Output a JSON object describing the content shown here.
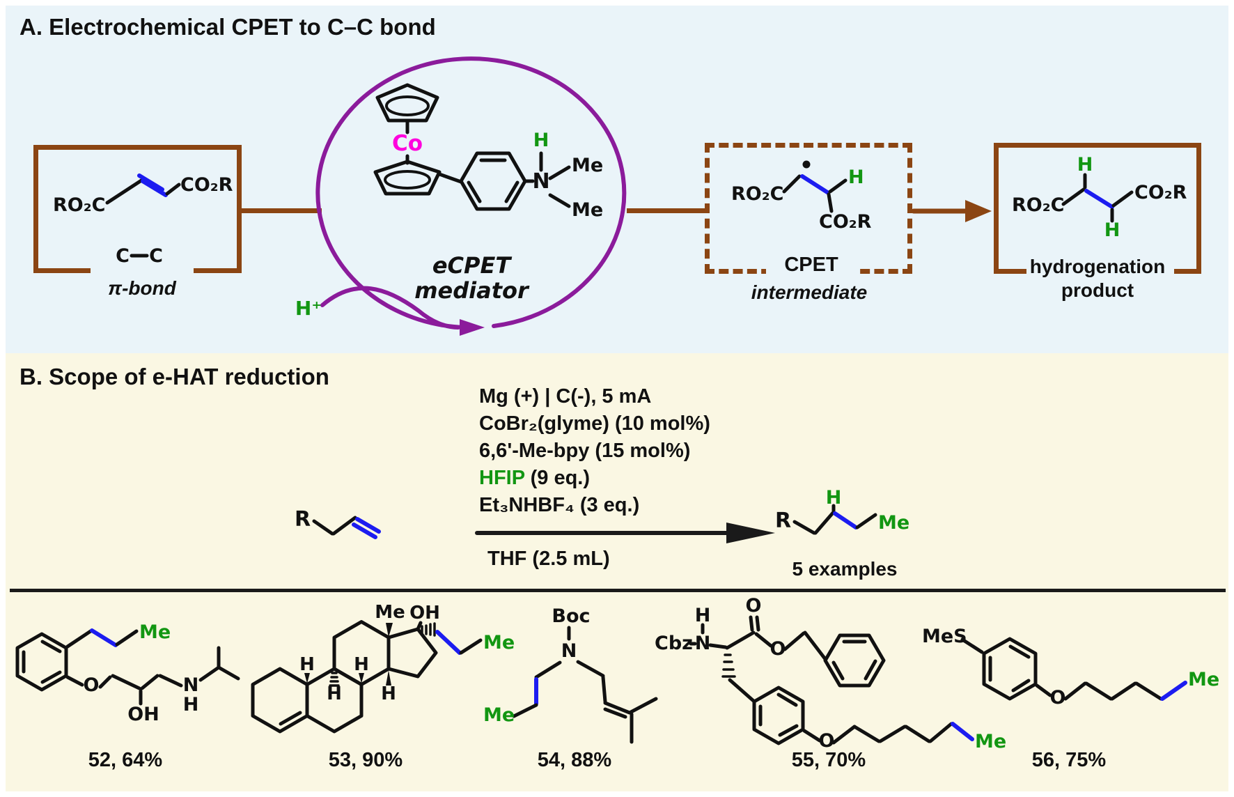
{
  "colors": {
    "panel_a_bg": "#eaf4f9",
    "panel_b_bg": "#faf7e3",
    "bond_black": "#111111",
    "bond_blue": "#1c1cf0",
    "highlight_green": "#129612",
    "bracket_brown": "#8b4513",
    "cycle_purple": "#8b1b9b",
    "cobalt_magenta": "#ff00dd"
  },
  "panel_a": {
    "title": "A. Electrochemical CPET to C–C bond",
    "substrate": {
      "left_group": "RO₂C",
      "right_group": "CO₂R",
      "c_left": "C",
      "c_right": "C",
      "label": "π-bond"
    },
    "mediator": {
      "proton": "H⁺",
      "metal": "Co",
      "h": "H",
      "n": "N",
      "me_top": "Me",
      "me_bottom": "Me",
      "label_line1": "eCPET",
      "label_line2": "mediator"
    },
    "intermediate": {
      "left_group": "RO₂C",
      "h": "H",
      "right_group": "CO₂R",
      "label": "CPET",
      "sublabel": "intermediate"
    },
    "product": {
      "left_group": "RO₂C",
      "right_group": "CO₂R",
      "h_top": "H",
      "h_bottom": "H",
      "label_line1": "hydrogenation",
      "label_line2": "product"
    }
  },
  "panel_b": {
    "title": "B. Scope of e-HAT reduction",
    "scheme": {
      "r": "R",
      "conditions": [
        "Mg (+) | C(-), 5 mA",
        "CoBr₂(glyme) (10 mol%)",
        "6,6'-Me-bpy (15 mol%)"
      ],
      "hfip": "HFIP",
      "hfip_rest": " (9 eq.)",
      "electrolyte": "Et₃NHBF₄ (3 eq.)",
      "solvent": "THF (2.5 mL)",
      "product_r": "R",
      "product_h": "H",
      "product_me": "Me",
      "examples": "5 examples"
    },
    "products": [
      {
        "label": "52, 64%",
        "atoms": {
          "me": "Me",
          "o": "O",
          "oh": "OH",
          "n": "N",
          "h": "H"
        }
      },
      {
        "label": "53, 90%",
        "atoms": {
          "me_angular": "Me",
          "oh": "OH",
          "me": "Me",
          "h1": "H",
          "h2": "H",
          "h3": "H",
          "h4": "H"
        }
      },
      {
        "label": "54, 88%",
        "atoms": {
          "boc": "Boc",
          "n": "N",
          "me": "Me"
        }
      },
      {
        "label": "55, 70%",
        "atoms": {
          "cbz": "Cbz",
          "h": "H",
          "n": "N",
          "o_carbonyl": "O",
          "o_ester": "O",
          "o_ether": "O",
          "me": "Me"
        }
      },
      {
        "label": "56, 75%",
        "atoms": {
          "mes": "MeS",
          "o": "O",
          "me": "Me"
        }
      }
    ]
  }
}
